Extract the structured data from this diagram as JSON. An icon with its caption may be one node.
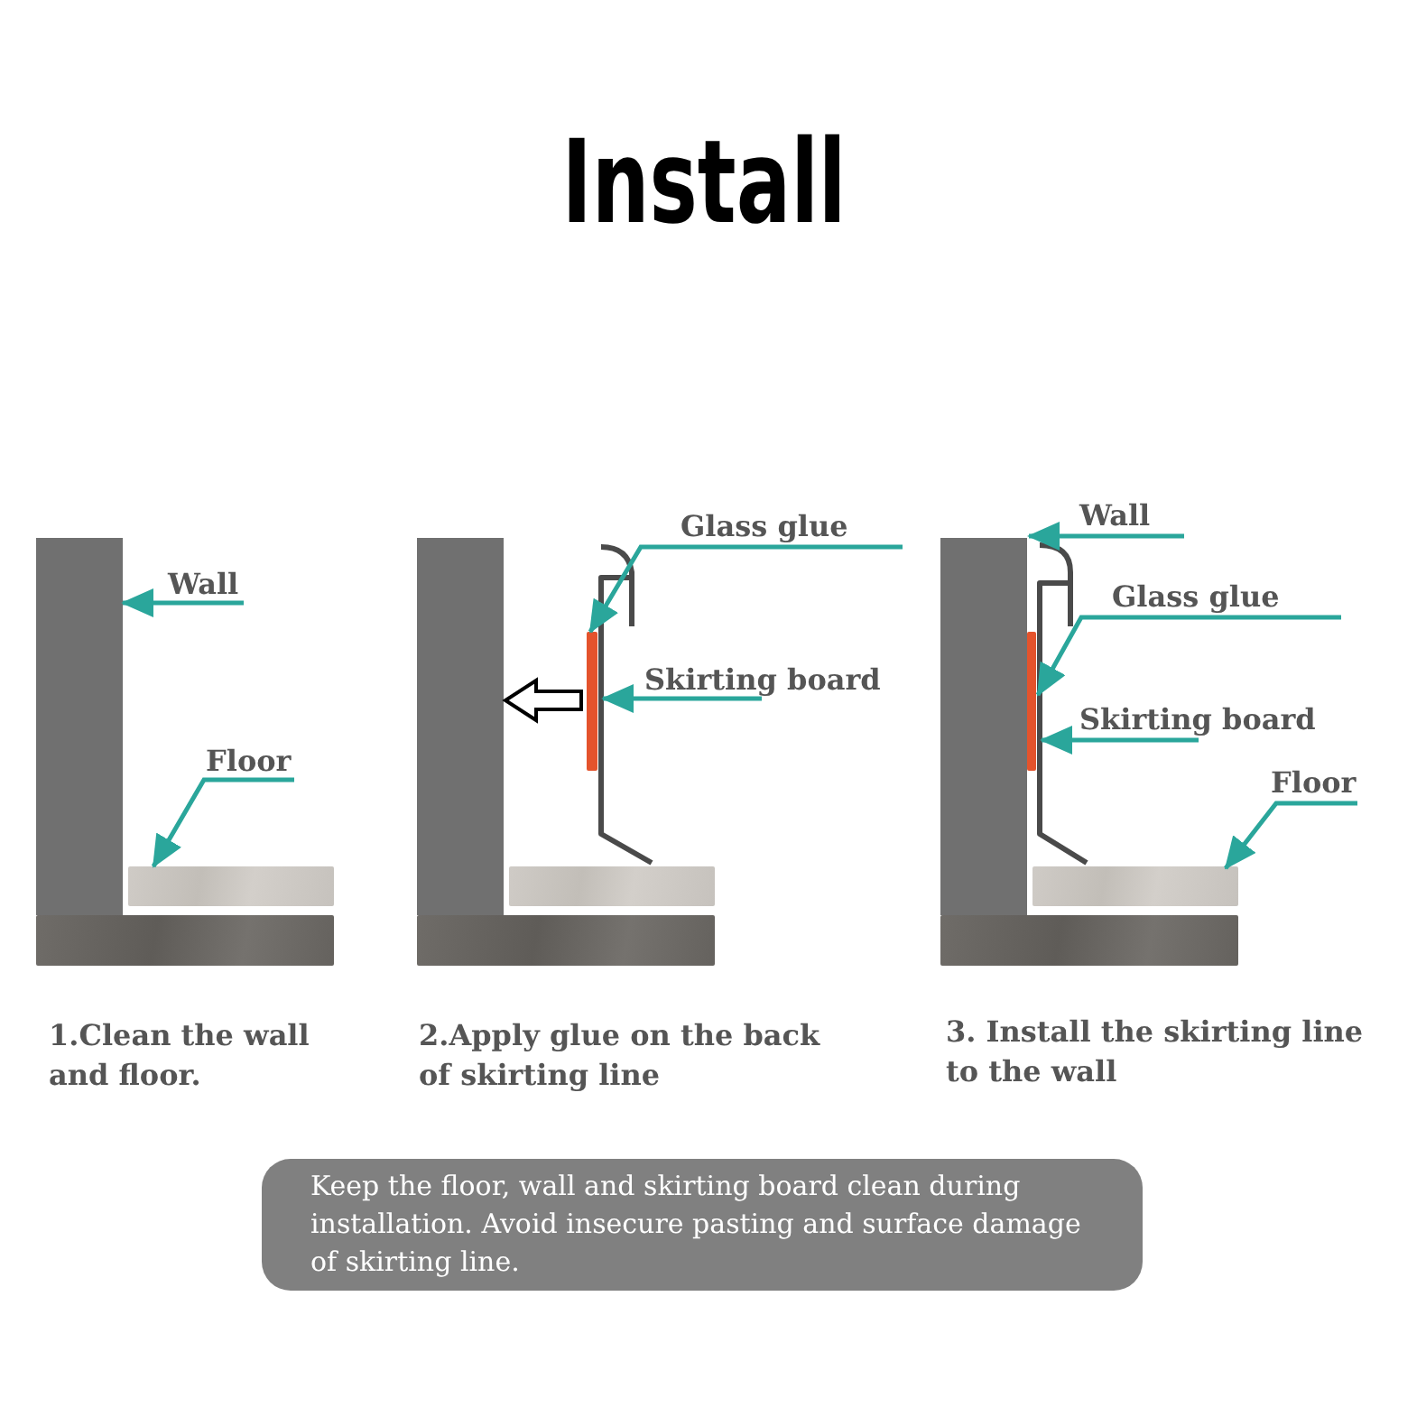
{
  "diagram": {
    "title": "Install",
    "nodes": [
      {
        "text": [
          "Wall"
        ]
      },
      {
        "text": [],
        "shape": "box"
      },
      {
        "text": [
          "Floor"
        ]
      },
      {
        "text": [],
        "shape": "bar"
      },
      {
        "text": [],
        "shape": "bar"
      },
      {
        "text": [],
        "shape": "box"
      },
      {
        "text": [
          "Glass glue"
        ]
      },
      {
        "text": [],
        "shape": "bar"
      },
      {
        "text": [
          "Skirting board"
        ]
      },
      {
        "text": [],
        "shape": "picture"
      },
      {
        "text": [],
        "shape": "bar"
      },
      {
        "text": [],
        "shape": "bar"
      },
      {
        "text": [
          "Wall"
        ]
      },
      {
        "text": [],
        "shape": "box"
      },
      {
        "text": [
          "Glass glue"
        ]
      },
      {
        "text": [],
        "shape": "bar"
      },
      {
        "text": [
          "Skirting board"
        ]
      },
      {
        "text": [],
        "shape": "picture"
      },
      {
        "text": [
          "Floor"
        ]
      },
      {
        "text": [],
        "shape": "bar"
      },
      {
        "text": [],
        "shape": "bar"
      },
      {
        "text": [
          "Keep the floor, wall and skirting board clean during installation. Avoid insecure pasting and surface damage of skirting line."
        ]
      }
    ],
    "edges": [
      {
        "from": 0,
        "to": 1,
        "arrow": "to"
      },
      {
        "from": 2,
        "to": 3,
        "arrow": "to"
      },
      {
        "from": 6,
        "to": 7,
        "arrow": "to"
      },
      {
        "from": 8,
        "to": 9,
        "arrow": "to"
      },
      {
        "from": 7,
        "to": 5,
        "arrow": "to",
        "style": "thick",
        "color": "#000000"
      },
      {
        "from": 12,
        "to": 13,
        "arrow": "to"
      },
      {
        "from": 14,
        "to": 15,
        "arrow": "to"
      },
      {
        "from": 16,
        "to": 17,
        "arrow": "to"
      },
      {
        "from": 18,
        "to": 19,
        "arrow": "to"
      }
    ],
    "labels": [
      "1.Clean the wall and floor.",
      "2.Apply glue on the back of skirting line",
      "3. Install the skirting line to the wall"
    ]
  }
}
